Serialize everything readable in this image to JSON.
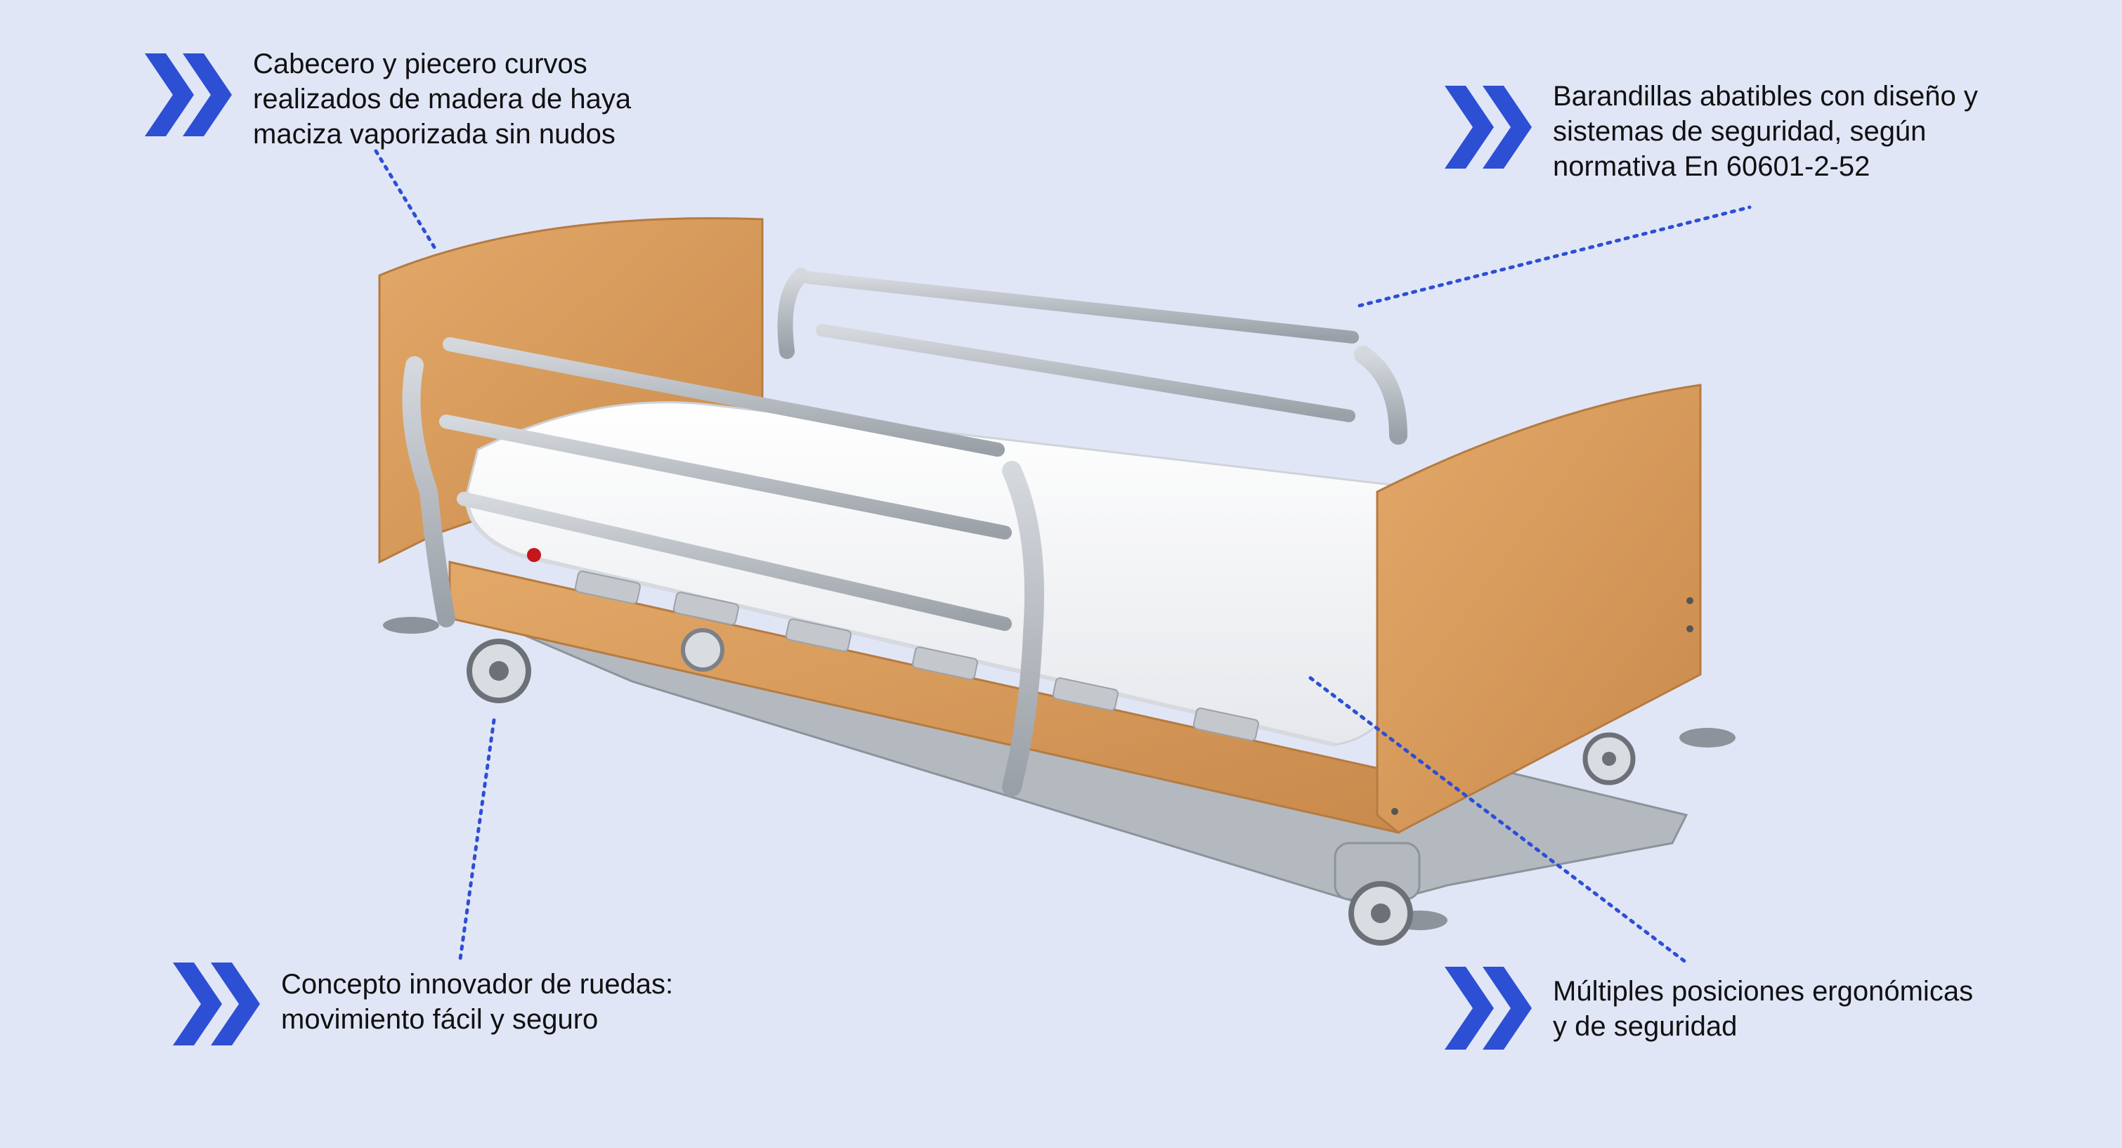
{
  "colors": {
    "background": "#e1e6f7",
    "accent": "#2d4fd4",
    "wood": "#d89a5a",
    "rail": "#b9bec4",
    "mattress": "#f3f4f6"
  },
  "icons": {
    "callout": "double-chevron-right-icon"
  },
  "callouts": [
    {
      "lines": [
        "Cabecero y piecero curvos",
        "realizados de madera de haya",
        "maciza vaporizada sin nudos"
      ]
    },
    {
      "lines": [
        "Barandillas abatibles con diseño y",
        "sistemas de seguridad, según",
        "normativa En 60601-2-52"
      ]
    },
    {
      "lines": [
        "Concepto innovador de ruedas:",
        "movimiento fácil y seguro"
      ]
    },
    {
      "lines": [
        "Múltiples posiciones ergonómicas",
        "y de seguridad"
      ]
    }
  ]
}
